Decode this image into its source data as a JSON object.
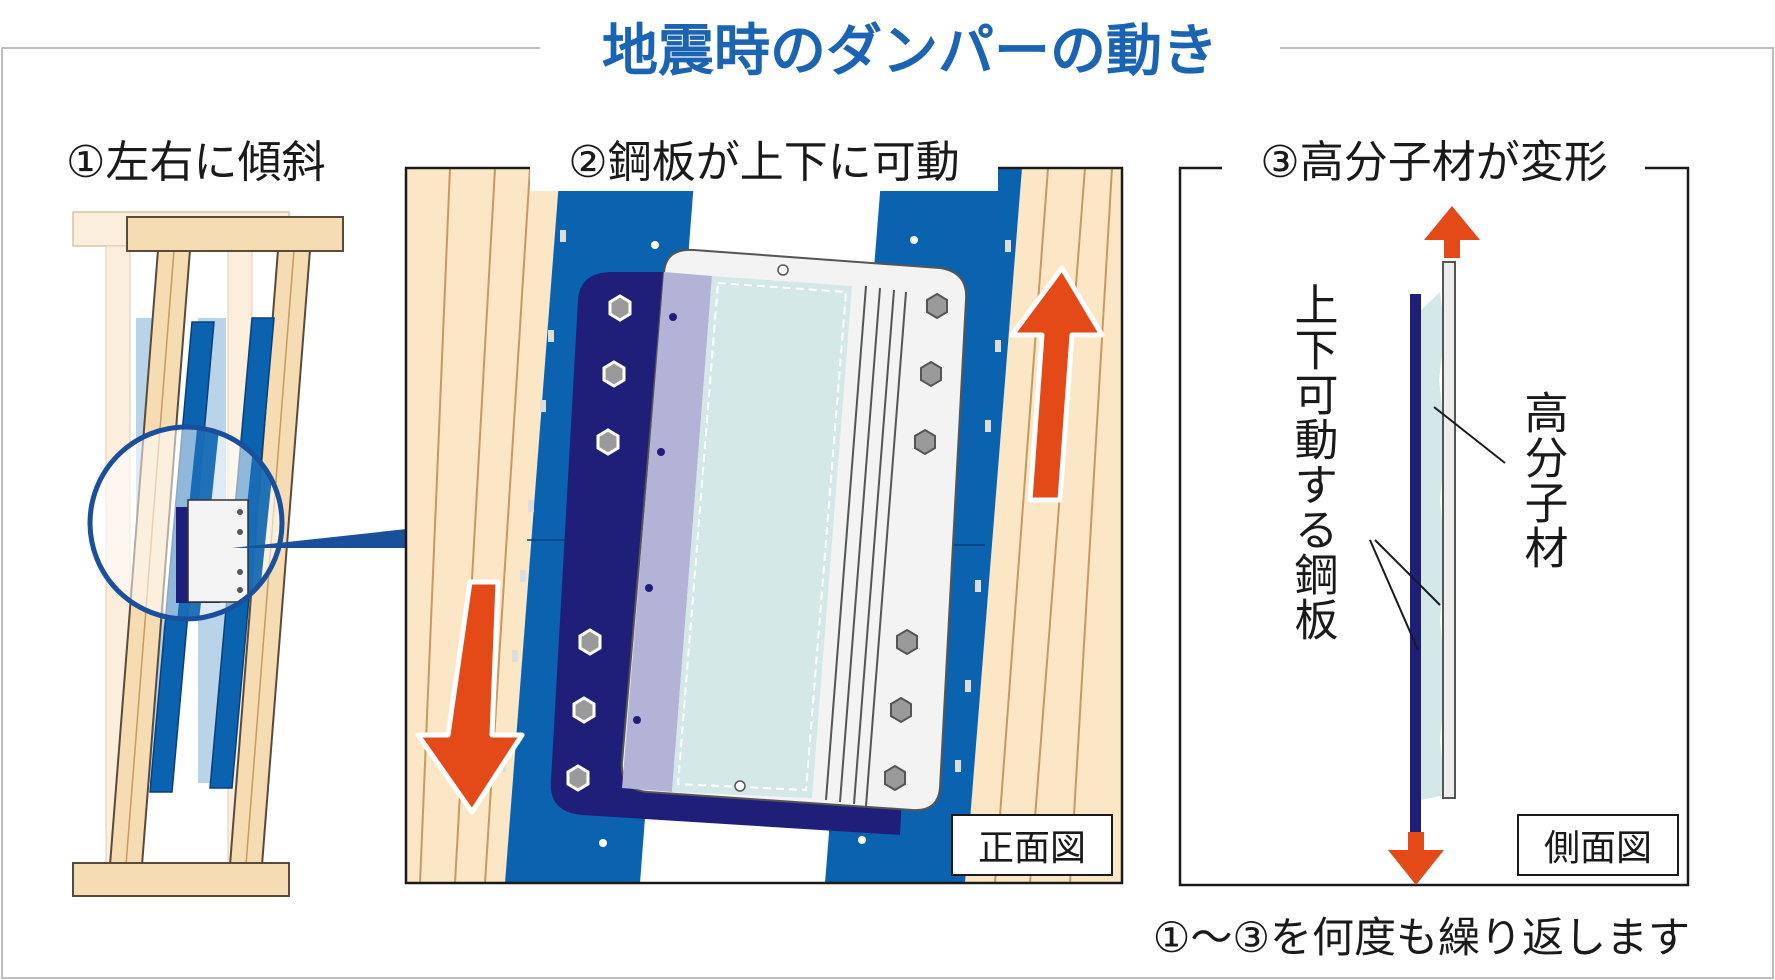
{
  "title": "地震時のダンパーの動き",
  "panel1": {
    "label": "①左右に傾斜"
  },
  "panel2": {
    "label": "②鋼板が上下に可動",
    "view_label": "正面図"
  },
  "panel3": {
    "label": "③高分子材が変形",
    "view_label": "側面図",
    "steel_label": "上下可動する鋼板",
    "polymer_label": "高分子材"
  },
  "footer": "①〜③を何度も繰り返します",
  "colors": {
    "title_blue": "#1b64b4",
    "steel_blue": "#0b63b0",
    "navy": "#1f1f7a",
    "arrow_orange": "#e44a17",
    "wood": "#fbe6c6",
    "polymer": "#d4e8e8"
  }
}
